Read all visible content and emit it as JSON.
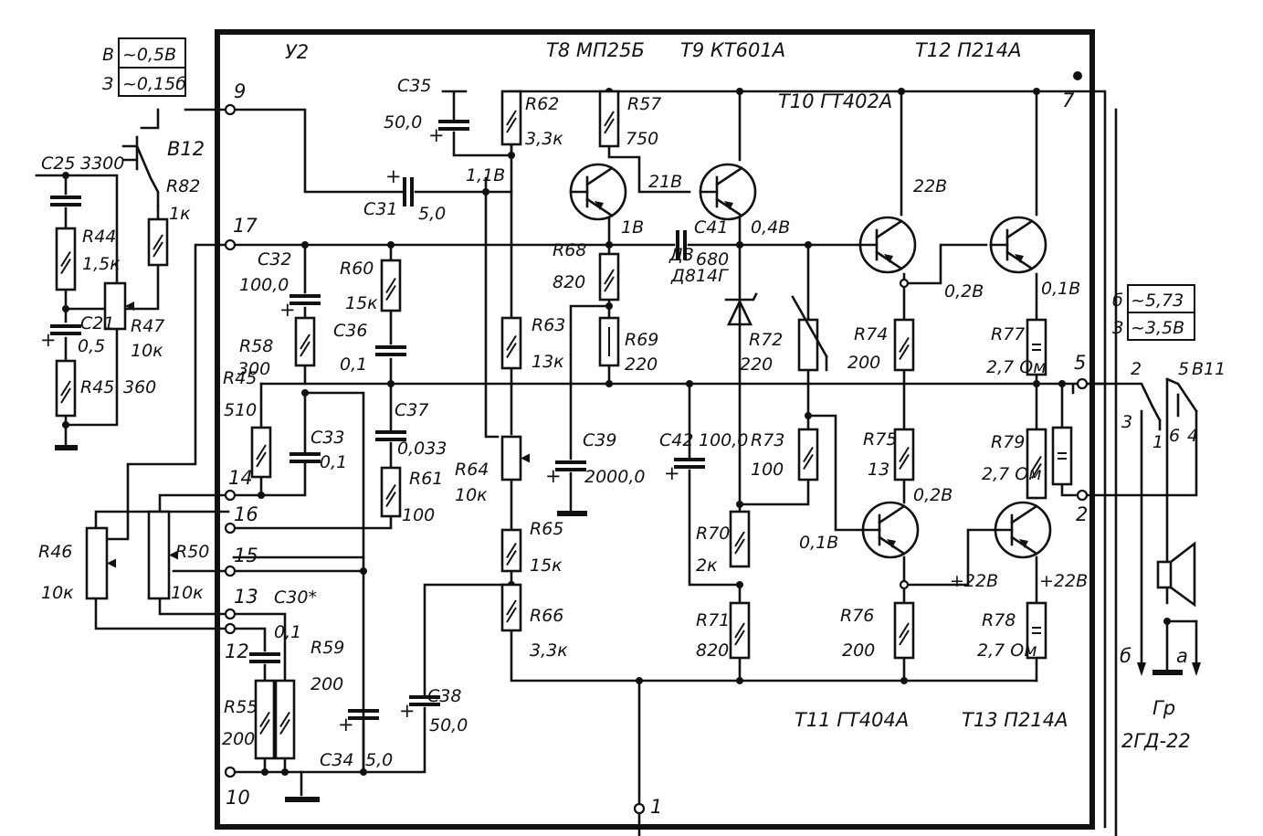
{
  "title": "Schematic of power amplifier module У2",
  "block": {
    "name": "У2"
  },
  "level_box_in": {
    "rows": [
      {
        "key": "В",
        "value": "~0,5В"
      },
      {
        "key": "З",
        "value": "~0,15б"
      }
    ]
  },
  "level_box_out": {
    "rows": [
      {
        "key": "б",
        "value": "~5,73"
      },
      {
        "key": "З",
        "value": "~3,5В"
      }
    ]
  },
  "transistors": [
    {
      "ref": "T8",
      "type": "МП25Б"
    },
    {
      "ref": "T9",
      "type": "КТ601А"
    },
    {
      "ref": "T10",
      "type": "ГТ402А"
    },
    {
      "ref": "T11",
      "type": "ГТ404А"
    },
    {
      "ref": "T12",
      "type": "П214А"
    },
    {
      "ref": "T13",
      "type": "П214А"
    }
  ],
  "resistors": {
    "R82": "1к",
    "R44": "1,5к",
    "R47": "10к",
    "R45ext": "360",
    "R46": "10к",
    "R50": "10к",
    "R55": "200",
    "R59": "200",
    "R58": "300",
    "R60": "15к",
    "R45": "510",
    "R61": "100",
    "R62": "3,3к",
    "R57": "750",
    "R68": "820",
    "R69": "220",
    "R63": "13к",
    "R64": "10к",
    "R65": "15к",
    "R66": "3,3к",
    "R72": "220",
    "R73": "100",
    "R70": "2к",
    "R71": "820",
    "R74": "200",
    "R75": "13",
    "R76": "200",
    "R77": "2,7 Ом",
    "R79": "2,7 Ом",
    "R78": "2,7 Ом"
  },
  "capacitors": {
    "C25": "3300",
    "C21": "0,5",
    "C35": "50,0",
    "C31": "5,0",
    "C32": "100,0",
    "C36": "0,1",
    "C33": "0,1",
    "C37": "0,033",
    "C30": "0,1",
    "C34": "5,0",
    "C38": "50,0",
    "C39": "2000,0",
    "C41": "680",
    "C42": "100,0"
  },
  "labels": {
    "B12": "В12",
    "R82": "R82",
    "R44": "R44",
    "R47": "R47",
    "R45ext": "R45",
    "C25": "C25",
    "C21": "C21",
    "C35": "C35",
    "C31": "C31",
    "C32": "C32",
    "C36": "C36",
    "C33": "C33",
    "C37": "C37",
    "C30": "C30*",
    "C34": "C34",
    "C38": "C38",
    "C39": "C39",
    "C41": "C41",
    "C42": "C42",
    "R46": "R46",
    "R50": "R50",
    "R55": "R55",
    "R59": "R59",
    "R58": "R58",
    "R60": "R60",
    "R45": "R45",
    "R61": "R61",
    "R62": "R62",
    "R57": "R57",
    "R68": "R68",
    "R69": "R69",
    "R63": "R63",
    "R64": "R64",
    "R65": "R65",
    "R66": "R66",
    "R72": "R72",
    "R73": "R73",
    "R70": "R70",
    "R71": "R71",
    "R74": "R74",
    "R75": "R75",
    "R76": "R76",
    "R77": "R77",
    "R79": "R79",
    "R78": "R78",
    "D3": "Д3",
    "D3type": "Д814Г",
    "B11": "В11",
    "speaker": "Гр",
    "speaker_type": "2ГД-22"
  },
  "terminals": [
    "9",
    "17",
    "14",
    "16",
    "15",
    "13",
    "12",
    "10",
    "1",
    "7",
    "5",
    "2"
  ],
  "voltages": {
    "t8_base": "1,1В",
    "t8_coll": "21В",
    "t8_emit": "1В",
    "t9_emit": "0,4В",
    "t10_coll": "22В",
    "t10_emit": "0,2В",
    "t12_emit": "0,1В",
    "t11_coll": "0,2В",
    "t11_base": "0,1В",
    "t11_emit": "+22В",
    "t13_emit": "+22В"
  },
  "switch_pins": {
    "p2": "2",
    "p5": "5",
    "p3": "3",
    "p1": "1",
    "p6": "6",
    "p4": "4",
    "a": "а",
    "b": "б"
  }
}
